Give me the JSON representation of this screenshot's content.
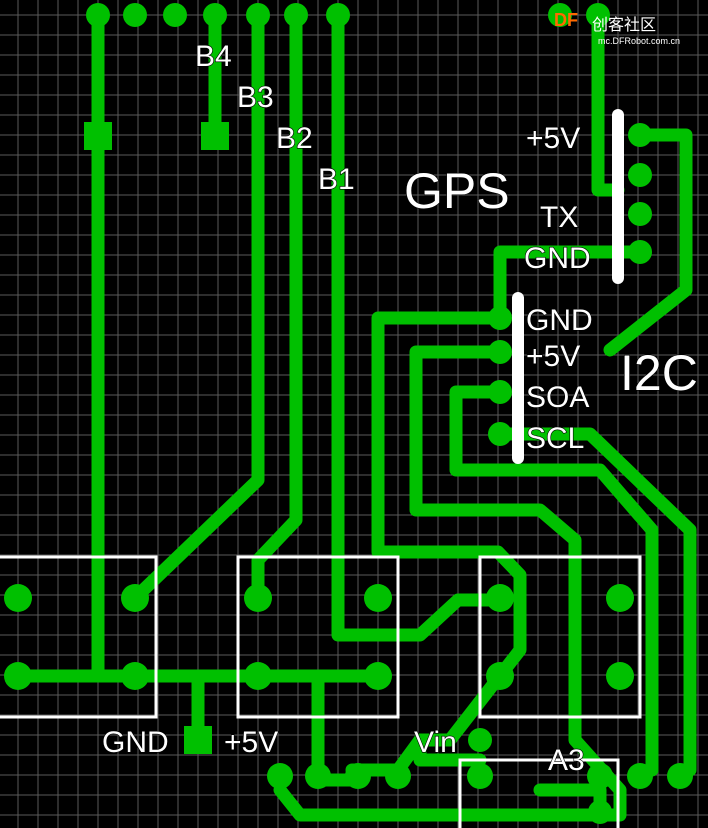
{
  "labels": {
    "b4": "B4",
    "b3": "B3",
    "b2": "B2",
    "b1": "B1",
    "gps": "GPS",
    "gps_5v": "+5V",
    "gps_tx": "TX",
    "gps_gnd": "GND",
    "i2c": "I2C",
    "i2c_gnd": "GND",
    "i2c_5v": "+5V",
    "i2c_sda": "SOA",
    "i2c_scl": "SCL",
    "pwr_gnd": "GND",
    "pwr_5v": "+5V",
    "vin": "Vin",
    "a3": "A3"
  },
  "watermark": {
    "logo": "DF",
    "brand": "创客社区",
    "site": "mc.DFRobot.com.cn"
  },
  "colors": {
    "background": "#000000",
    "grid": "#5a5a5a",
    "trace": "#00c000",
    "silkscreen": "#ffffff"
  }
}
